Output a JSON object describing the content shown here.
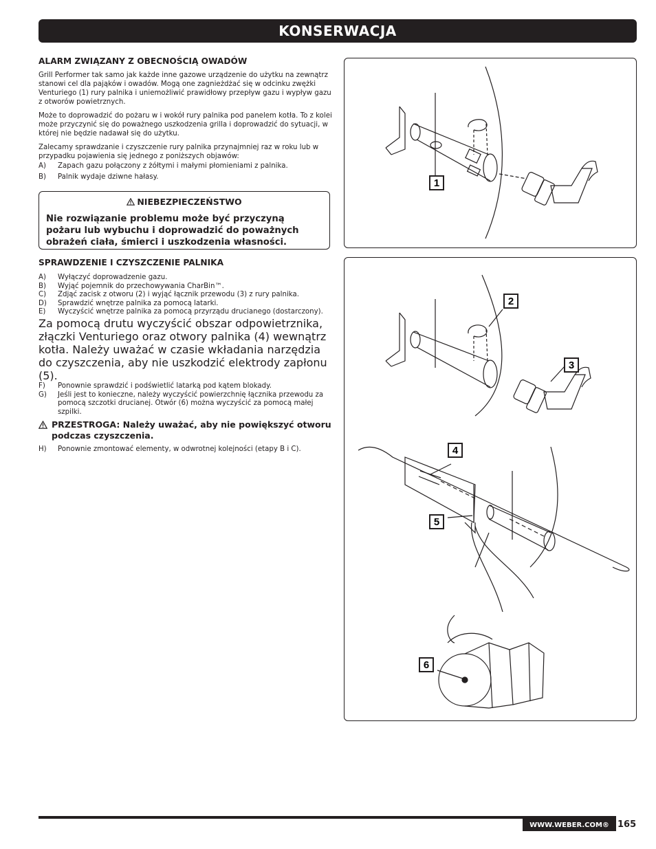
{
  "header": {
    "title": "KONSERWACJA"
  },
  "section1": {
    "heading": "ALARM ZWIĄZANY Z OBECNOŚCIĄ OWADÓW",
    "para1": "Grill Performer tak samo jak każde inne gazowe urządzenie do użytku na zewnątrz stanowi cel dla pająków i owadów. Mogą one zagnieżdżać się w odcinku zwężki Venturiego (1) rury palnika i uniemożliwić prawidłowy przepływ gazu i wypływ gazu z otworów powietrznych.",
    "para2": "Może to doprowadzić do pożaru w i wokół rury palnika pod panelem kotła. To z kolei może przyczynić się do poważnego uszkodzenia grilla i doprowadzić do sytuacji, w której nie będzie nadawał się do użytku.",
    "para3": "Zalecamy sprawdzanie i czyszczenie rury palnika przynajmniej raz w roku lub w przypadku pojawienia się jednego z poniższych objawów:",
    "items": [
      {
        "letter": "A)",
        "text": "Zapach gazu połączony z żółtymi i małymi płomieniami z palnika."
      },
      {
        "letter": "B)",
        "text": "Palnik wydaje dziwne hałasy."
      }
    ]
  },
  "danger": {
    "icon": "warning-triangle-icon",
    "title": "NIEBEZPIECZEŃSTWO",
    "body": "Nie rozwiązanie problemu może być przyczyną pożaru lub wybuchu i doprowadzić do poważnych obrażeń ciała, śmierci i uszkodzenia własności."
  },
  "section2": {
    "heading": "SPRAWDZENIE I CZYSZCZENIE PALNIKA",
    "items": [
      {
        "letter": "A)",
        "text": "Wyłączyć doprowadzenie gazu."
      },
      {
        "letter": "B)",
        "text": "Wyjąć pojemnik do przechowywania CharBin™."
      },
      {
        "letter": "C)",
        "text": "Zdjąć zacisk z otworu (2) i wyjąć łącznik przewodu (3) z rury palnika."
      },
      {
        "letter": "D)",
        "text": "Sprawdzić wnętrze palnika za pomocą latarki."
      },
      {
        "letter": "E)",
        "text": "Wyczyścić wnętrze palnika za pomocą przyrządu drucianego (dostarczony).",
        "extra": "Za pomocą drutu wyczyścić obszar odpowietrznika, złączki Venturiego oraz otwory palnika (4) wewnątrz kotła. Należy uważać w czasie wkładania narzędzia do czyszczenia, aby nie uszkodzić elektrody zapłonu (5)."
      },
      {
        "letter": "F)",
        "text": "Ponownie sprawdzić i podświetlić latarką pod kątem blokady."
      },
      {
        "letter": "G)",
        "text": "Jeśli jest to konieczne, należy wyczyścić powierzchnię łącznika przewodu za pomocą szczotki drucianej. Otwór (6) można wyczyścić za pomocą małej szpilki."
      }
    ],
    "caution": "PRZESTROGA: Należy uważać, aby nie powiększyć otworu podczas czyszczenia.",
    "caution_icon": "warning-triangle-icon",
    "item_h": {
      "letter": "H)",
      "text": "Ponownie zmontować elementy, w odwrotnej kolejności (etapy B i C)."
    }
  },
  "figures": {
    "callouts": [
      "1",
      "2",
      "3",
      "4",
      "5",
      "6"
    ]
  },
  "footer": {
    "url": "WWW.WEBER.COM®",
    "page": "165"
  }
}
